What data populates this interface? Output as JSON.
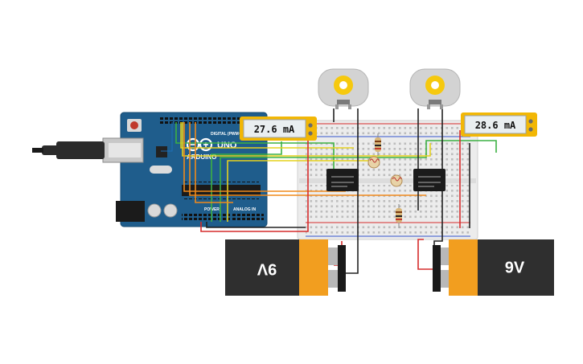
{
  "meters": [
    {
      "reading": "27.6 mA"
    },
    {
      "reading": "28.6 mA"
    }
  ],
  "arduino": {
    "brand": "ARDUINO",
    "model": "UNO",
    "digital_label": "DIGITAL (PWM~)",
    "power_label": "POWER",
    "analog_label": "ANALOG IN"
  },
  "batteries": [
    {
      "voltage": "9V"
    },
    {
      "voltage": "9V"
    }
  ],
  "colors": {
    "wire_red": "#d62b2b",
    "wire_black": "#222222",
    "wire_green": "#3cb043",
    "wire_yellow": "#e6d21e",
    "wire_orange": "#f08a1c",
    "meter_frame": "#f2b705",
    "board_blue": "#1f5d8c",
    "battery_orange": "#f29e1f"
  }
}
